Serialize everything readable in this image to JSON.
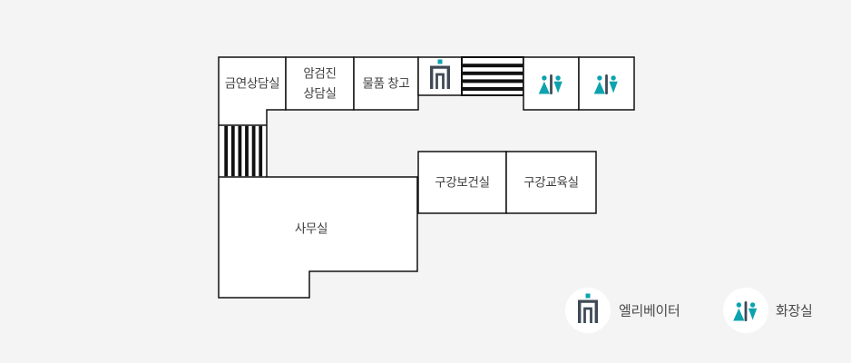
{
  "page": {
    "background": "#f4f4f4",
    "type": "floor-plan"
  },
  "colors": {
    "wall": "#111111",
    "room_fill": "#ffffff",
    "icon_teal": "#0ca3ae",
    "icon_slate": "#3f4a56",
    "room_label_text": "#3d3d3d",
    "legend_text": "#4a4a4a"
  },
  "rooms": {
    "smoking_counseling": "금연상담실",
    "cancer_screening_line1": "암검진",
    "cancer_screening_line2": "상담실",
    "storage": "물품 창고",
    "oral_health": "구강보건실",
    "oral_education": "구강교육실",
    "office": "사무실"
  },
  "icons": {
    "elevator": "elevator-icon",
    "restroom": "restroom-icon",
    "stairs_horizontal": "stairs-horizontal-hatch",
    "stairs_vertical": "stairs-vertical-hatch"
  },
  "legend": {
    "elevator": "엘리베이터",
    "restroom": "화장실"
  }
}
